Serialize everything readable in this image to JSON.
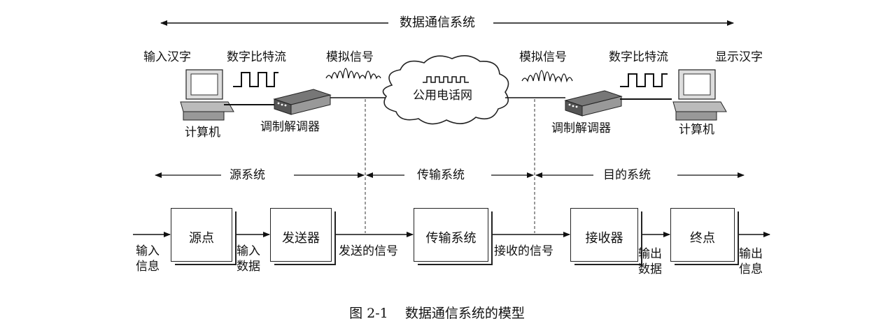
{
  "diagram": {
    "top_title": "数据通信系统",
    "network": {
      "label": "公用电话网"
    },
    "left": {
      "input_label": "输入汉字",
      "digital_label": "数字比特流",
      "analog_label": "模拟信号",
      "computer_label": "计算机",
      "modem_label": "调制解调器"
    },
    "right": {
      "output_label": "显示汉字",
      "digital_label": "数字比特流",
      "analog_label": "模拟信号",
      "computer_label": "计算机",
      "modem_label": "调制解调器"
    },
    "sections": {
      "source": "源系统",
      "transmission": "传输系统",
      "destination": "目的系统"
    },
    "blocks": {
      "source": "源点",
      "transmitter": "发送器",
      "transmission": "传输系统",
      "receiver": "接收器",
      "destination": "终点"
    },
    "flow_labels": {
      "input_info_1": "输入",
      "input_info_2": "信息",
      "input_data_1": "输入",
      "input_data_2": "数据",
      "sent_signal": "发送的信号",
      "received_signal": "接收的信号",
      "output_data_1": "输出",
      "output_data_2": "数据",
      "output_info_1": "输出",
      "output_info_2": "信息"
    },
    "caption": "图 2-1    数据通信系统的模型"
  }
}
